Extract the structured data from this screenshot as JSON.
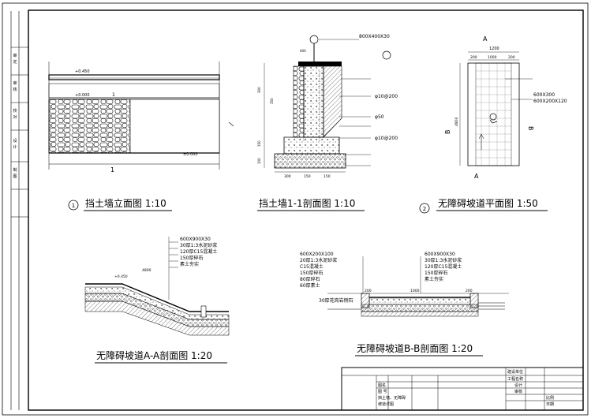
{
  "titles": {
    "wall_elevation": "挡土墙立面图 1:10",
    "wall_section": "挡土墙1-1剖面图 1:10",
    "ramp_plan": "无障碍坡道平面图 1:50",
    "ramp_section_aa": "无障碍坡道A-A剖面图 1:20",
    "ramp_section_bb": "无障碍坡道B-B剖面图 1:20"
  },
  "markers": {
    "m1": "1",
    "m2": "2",
    "section_1_top": "1",
    "section_1_bottom": "1",
    "plan_a_top": "A",
    "plan_a_bottom": "A",
    "plan_b_left": "B",
    "plan_b_right": "B"
  },
  "elevation": {
    "level_top": "+0.450",
    "level_mid": "+0.000",
    "level_ground": "±0.000"
  },
  "wall_section": {
    "cap": "800X400X30",
    "rebar_1": "φ10@200",
    "rebar_2": "φ10@200",
    "pipe": "φ50",
    "dim_top": "400",
    "dims_bottom": [
      "300",
      "150",
      "150"
    ],
    "side_dims": [
      "300",
      "350",
      "150",
      "100"
    ]
  },
  "plan": {
    "width": "1200",
    "subdims": [
      "200",
      "1000",
      "200"
    ],
    "length": "4800",
    "tile_note_1": "600X300",
    "tile_note_2": "600X200X120"
  },
  "section_aa": {
    "layers": [
      "600X900X30",
      "30厚1:3水泥砂浆",
      "120厚C15混凝土",
      "150厚碎石",
      "素土夯实"
    ],
    "dim": "4800",
    "level": "+0.450"
  },
  "section_bb": {
    "left_layers": [
      "600X200X100",
      "20厚1:3水泥砂浆",
      "C15混凝土",
      "150厚碎石",
      "80厚碎石",
      "60厚素土"
    ],
    "right_layers": [
      "600X900X30",
      "30厚1:3水泥砂浆",
      "120厚C15混凝土",
      "150厚碎石",
      "素土夯实"
    ],
    "curb_note": "30厚花岗岩侧石",
    "dims": [
      "200",
      "1000",
      "200"
    ]
  },
  "title_block": {
    "row1_label": "工程名称",
    "row1_value": "",
    "drawing_label": "图名",
    "drawing_name_1": "挡土墙、无障碍",
    "drawing_name_2": "坡道详图",
    "sheet_label": "图  号",
    "design_label": "设计",
    "check_label": "审核",
    "scale_label": "比例",
    "date_label": "日期",
    "header": "建设单位"
  },
  "side_strip": [
    "审",
    "定",
    "审",
    "核",
    "校",
    "对",
    "设",
    "计",
    "制",
    "图"
  ]
}
